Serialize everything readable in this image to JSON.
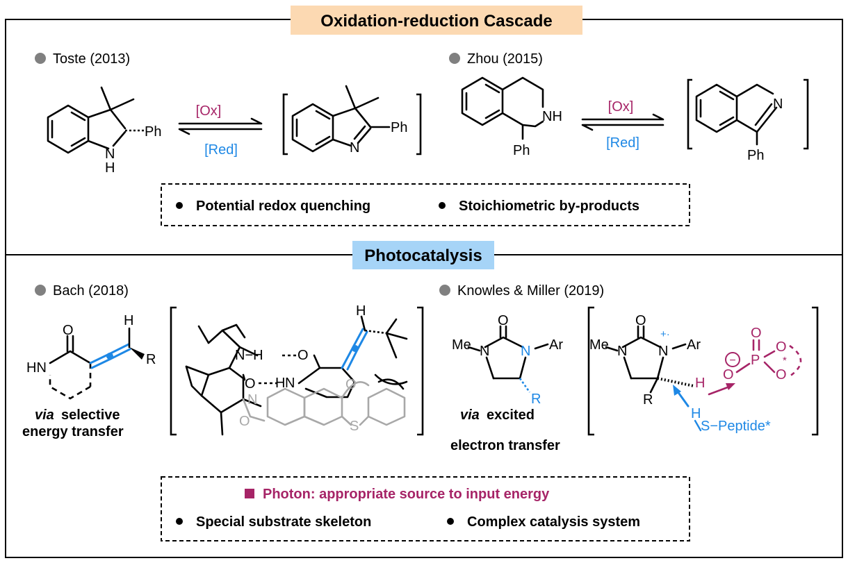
{
  "sections": {
    "top_title": "Oxidation-reduction Cascade",
    "bottom_title": "Photocatalysis"
  },
  "refs": {
    "toste": "Toste (2013)",
    "zhou": "Zhou (2015)",
    "bach": "Bach (2018)",
    "knowles": "Knowles & Miller (2019)"
  },
  "arrows": {
    "ox": "[Ox]",
    "red": "[Red]"
  },
  "atoms": {
    "ph": "Ph",
    "n": "N",
    "h": "H",
    "nh": "NH",
    "hn": "HN",
    "o": "O",
    "r": "R",
    "s": "S",
    "p": "P",
    "me": "Me",
    "ar": "Ar",
    "peptide": "S−Peptide*",
    "nh_h": "N−H",
    "radical_cation": "+·",
    "minus": "−",
    "star": "*"
  },
  "notes": {
    "bach_via": "via",
    "bach_line1": "selective",
    "bach_line2": "energy transfer",
    "knowles_via": "via",
    "knowles_line1": "excited",
    "knowles_line2": "electron transfer"
  },
  "summary_top": {
    "item1": "Potential redox quenching",
    "item2": "Stoichiometric by-products"
  },
  "summary_bottom": {
    "photon": "Photon: appropriate source to input energy",
    "item1": "Special substrate skeleton",
    "item2": "Complex catalysis system"
  },
  "colors": {
    "blue": "#1e88e5",
    "magenta": "#a62467",
    "gray_text": "#a8a8a8",
    "orange_box": "#fcd9b2",
    "blue_box": "#a6d4f7"
  }
}
